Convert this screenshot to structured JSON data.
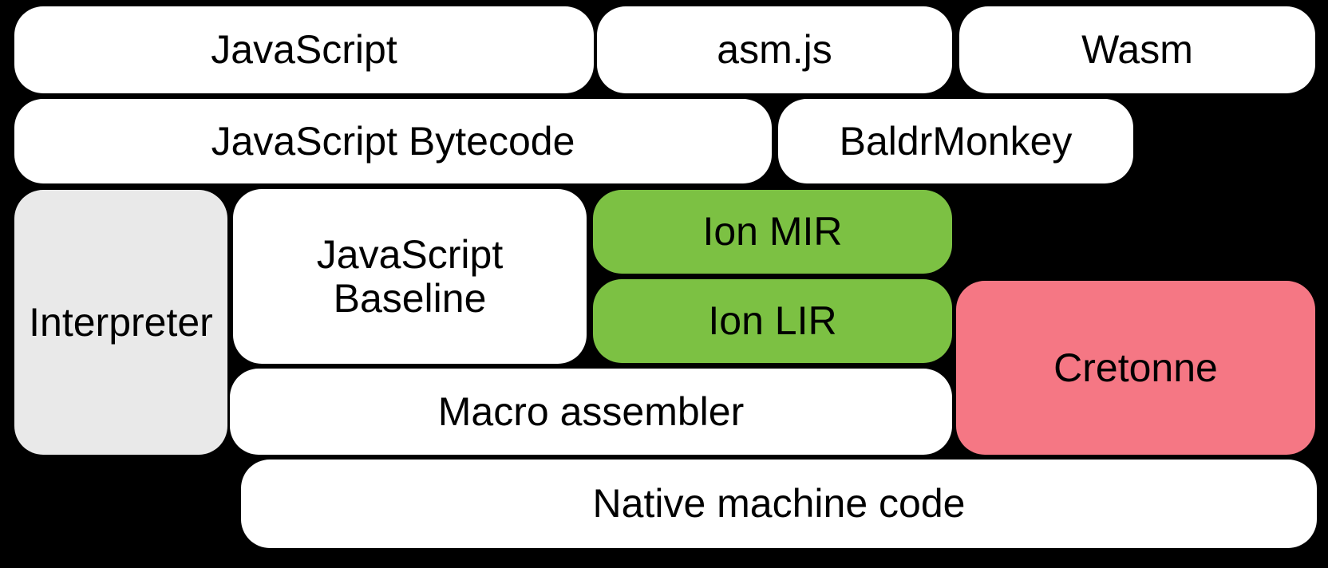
{
  "diagram": {
    "background_color": "#000000",
    "text_color": "#000000",
    "accent_green": "#7cc143",
    "accent_pink": "#f57784",
    "accent_gray": "#e9e9e9",
    "boxes": {
      "javascript": {
        "label": "JavaScript",
        "color": "#ffffff"
      },
      "asmjs": {
        "label": "asm.js",
        "color": "#ffffff"
      },
      "wasm": {
        "label": "Wasm",
        "color": "#ffffff"
      },
      "js_bytecode": {
        "label": "JavaScript Bytecode",
        "color": "#ffffff"
      },
      "baldrmonkey": {
        "label": "BaldrMonkey",
        "color": "#ffffff"
      },
      "interpreter": {
        "label": "Interpreter",
        "color": "#e9e9e9"
      },
      "js_baseline": {
        "label": "JavaScript Baseline",
        "color": "#ffffff"
      },
      "ion_mir": {
        "label": "Ion MIR",
        "color": "#7cc143"
      },
      "ion_lir": {
        "label": "Ion LIR",
        "color": "#7cc143"
      },
      "cretonne": {
        "label": "Cretonne",
        "color": "#f57784"
      },
      "macro_assembler": {
        "label": "Macro assembler",
        "color": "#ffffff"
      },
      "native_machine_code": {
        "label": "Native machine code",
        "color": "#ffffff"
      }
    }
  }
}
